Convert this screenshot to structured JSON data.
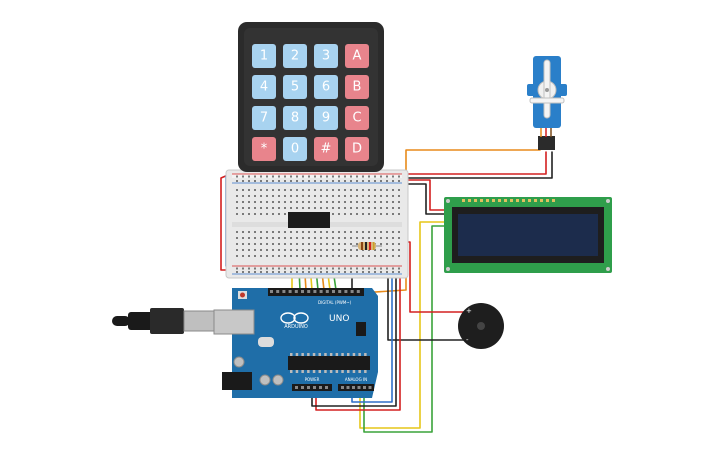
{
  "keypad": {
    "keys": [
      "1",
      "2",
      "3",
      "A",
      "4",
      "5",
      "6",
      "B",
      "7",
      "8",
      "9",
      "C",
      "*",
      "0",
      "#",
      "D"
    ]
  },
  "arduino": {
    "model_label": "UNO",
    "brand_label": "ARDUINO",
    "digital_label": "DIGITAL (PWM~)",
    "power_label": "POWER",
    "analog_label": "ANALOG IN"
  },
  "buzzer": {
    "plus_label": "+",
    "minus_label": "-"
  },
  "colors": {
    "keypad_body": "#2b2b2b",
    "key_blue": "#a8d3f0",
    "key_red": "#e8848c",
    "arduino_board": "#1f6ea8",
    "lcd_board": "#2f9e4b",
    "lcd_screen": "#1c2c4c",
    "servo_body": "#2a7fc9",
    "wire_red": "#d42020",
    "wire_black": "#222222",
    "wire_yellow": "#e6c619",
    "wire_orange": "#e88a1a",
    "wire_green": "#3aa33a",
    "wire_blue": "#2f6fc9"
  }
}
